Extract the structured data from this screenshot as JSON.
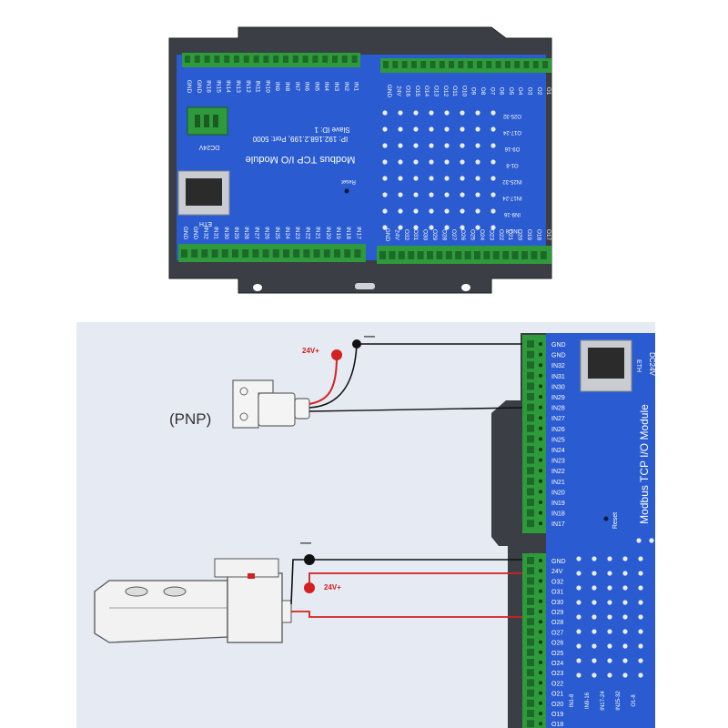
{
  "module": {
    "title": "Modbus TCP I/O Module",
    "ip_line": "IP: 192.168.2.199, Port: 5000",
    "slave_line": "Slave ID: 1",
    "power_label": "DC24V",
    "ethernet_label": "ETH",
    "reset_label": "Reset"
  },
  "top_view": {
    "input_top_labels": [
      "GND",
      "GND",
      "IN16",
      "IN15",
      "IN14",
      "IN13",
      "IN12",
      "IN11",
      "IN10",
      "IN9",
      "IN8",
      "IN7",
      "IN6",
      "IN5",
      "IN4",
      "IN3",
      "IN2",
      "IN1"
    ],
    "input_bottom_labels": [
      "GND",
      "GND",
      "IN32",
      "IN31",
      "IN30",
      "IN29",
      "IN28",
      "IN27",
      "IN26",
      "IN25",
      "IN24",
      "IN23",
      "IN22",
      "IN21",
      "IN20",
      "IN19",
      "IN18",
      "IN17"
    ],
    "output_top_labels": [
      "GND",
      "24V",
      "O16",
      "O15",
      "O14",
      "O13",
      "O12",
      "O11",
      "O10",
      "O9",
      "O8",
      "O7",
      "O6",
      "O5",
      "O4",
      "O3",
      "O2",
      "O1"
    ],
    "output_bottom_labels": [
      "GND",
      "24V",
      "O32",
      "O31",
      "O30",
      "O29",
      "O28",
      "O27",
      "O26",
      "O25",
      "O24",
      "O23",
      "O22",
      "O21",
      "O20",
      "O19",
      "O18",
      "O17"
    ],
    "group_labels": [
      "O25-32",
      "O17-24",
      "O9-16",
      "O1-8",
      "IN25-32",
      "IN17-24",
      "IN9-16",
      "IN1-8"
    ]
  },
  "wiring": {
    "sensor_label": "(PNP)",
    "voltage_label_top": "24V+",
    "voltage_label_bottom": "24V+",
    "minus_label_top": "—",
    "minus_label_bottom": "—",
    "input_terminals": [
      "GND",
      "GND",
      "IN32",
      "IN31",
      "IN30",
      "IN29",
      "IN28",
      "IN27",
      "IN26",
      "IN25",
      "IN24",
      "IN23",
      "IN22",
      "IN21",
      "IN20",
      "IN19",
      "IN18",
      "IN17"
    ],
    "output_terminals": [
      "GND",
      "24V",
      "O32",
      "O31",
      "O30",
      "O29",
      "O28",
      "O27",
      "O26",
      "O25",
      "O24",
      "O23",
      "O22",
      "O21",
      "O20",
      "O19",
      "O18"
    ],
    "bottom_group_labels": [
      "IN1-8",
      "IN9-16",
      "IN17-24",
      "IN25-32",
      "O1-8"
    ]
  },
  "colors": {
    "board_blue": "#2a5bd0",
    "terminal_green": "#2e9a3c",
    "wire_red": "#d32020",
    "wire_black": "#111111",
    "case_dark": "#3a3d42"
  }
}
